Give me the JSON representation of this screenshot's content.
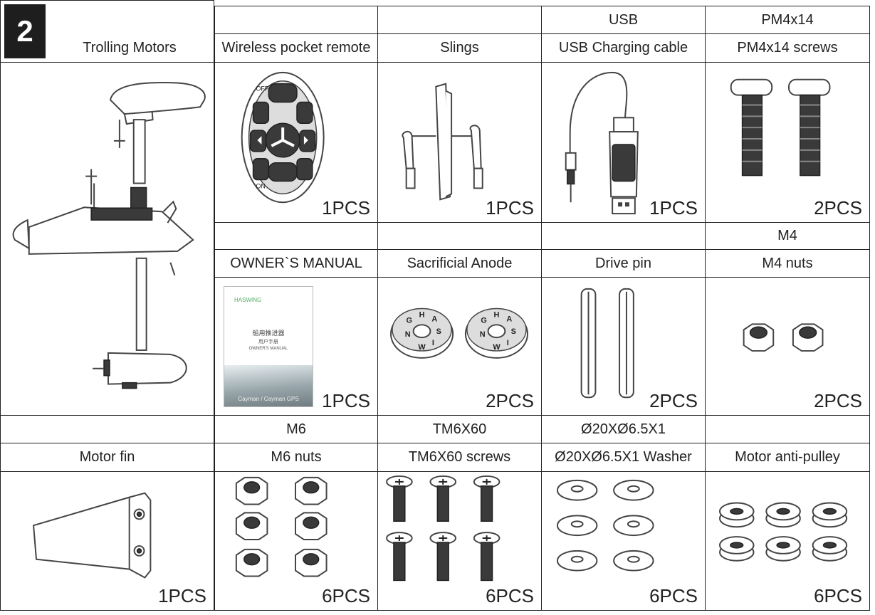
{
  "step_number": "2",
  "rows": [
    {
      "codes": [
        "",
        "",
        "USB",
        "PM4x14"
      ],
      "items": [
        {
          "name": "Trolling Motors",
          "qty": ""
        },
        {
          "name": "Wireless pocket remote",
          "qty": "1PCS"
        },
        {
          "name": "Slings",
          "qty": "1PCS"
        },
        {
          "name": "USB Charging cable",
          "qty": "1PCS"
        },
        {
          "name": "PM4x14 screws",
          "qty": "2PCS"
        }
      ]
    },
    {
      "codes": [
        "",
        "",
        "",
        "M4"
      ],
      "items": [
        {
          "name": "OWNER`S MANUAL",
          "qty": "1PCS"
        },
        {
          "name": "Sacrificial Anode",
          "qty": "2PCS"
        },
        {
          "name": "Drive pin",
          "qty": "2PCS"
        },
        {
          "name": "M4  nuts",
          "qty": "2PCS"
        }
      ]
    },
    {
      "codes": [
        "",
        "M6",
        "TM6X60",
        "Ø20XØ6.5X1",
        ""
      ],
      "items": [
        {
          "name": "Motor fin",
          "qty": "1PCS"
        },
        {
          "name": "M6  nuts",
          "qty": "6PCS"
        },
        {
          "name": "TM6X60 screws",
          "qty": "6PCS"
        },
        {
          "name": "Ø20XØ6.5X1 Washer",
          "qty": "6PCS"
        },
        {
          "name": "Motor anti-pulley",
          "qty": "6PCS"
        }
      ]
    }
  ],
  "remote_labels": {
    "off": "OFF",
    "on": "ON"
  },
  "anode_letters": [
    "H",
    "A",
    "S",
    "I",
    "W",
    "N",
    "G"
  ],
  "manual_cover": {
    "brand": "HASWING",
    "title_cn": "船用推进器",
    "subtitle_cn": "用户手册",
    "title_en": "OWNER'S MANUAL",
    "footer": "Cayman / Cayman GPS"
  }
}
